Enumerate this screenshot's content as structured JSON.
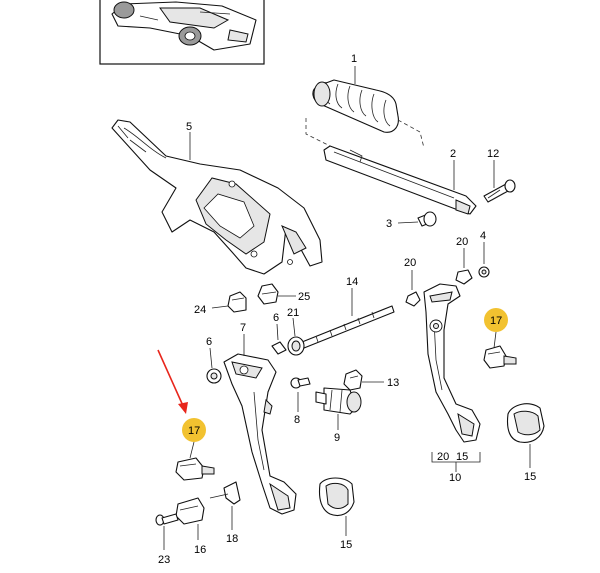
{
  "labels": {
    "l1": "1",
    "l2": "2",
    "l3": "3",
    "l4": "4",
    "l5": "5",
    "l6a": "6",
    "l6b": "6",
    "l7": "7",
    "l8": "8",
    "l9": "9",
    "l10": "10",
    "l12": "12",
    "l13": "13",
    "l14": "14",
    "l15a": "15",
    "l15b": "15",
    "l15c": "15",
    "l16": "16",
    "l17a": "17",
    "l17b": "17",
    "l18": "18",
    "l20a": "20",
    "l20b": "20",
    "l20c": "20",
    "l21": "21",
    "l23": "23",
    "l24": "24",
    "l25": "25"
  },
  "colors": {
    "callout_fill": "#f2c230",
    "arrow": "#e8261c",
    "line": "#111111"
  }
}
